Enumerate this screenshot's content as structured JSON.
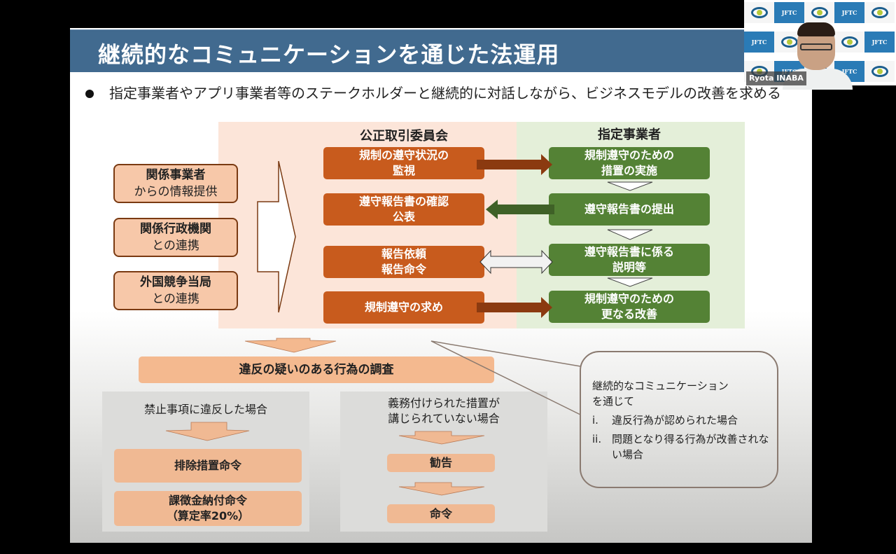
{
  "slide": {
    "title": "継続的なコミュニケーションを通じた法運用",
    "bullet": "指定事業者やアプリ事業者等のステークホルダーと継続的に対話しながら、ビジネスモデルの改善を求める",
    "sources": [
      {
        "bold": "関係事業者",
        "normal": "からの情報提供"
      },
      {
        "bold": "関係行政機関",
        "normal": "との連携"
      },
      {
        "bold": "外国競争当局",
        "normal": "との連携"
      }
    ],
    "jftc_column": {
      "header": "公正取引委員会",
      "boxes": [
        {
          "line1": "規制の遵守状況の",
          "line2": "監視"
        },
        {
          "line1": "遵守報告書の確認",
          "line2": "公表"
        },
        {
          "line1": "報告依頼",
          "line2": "報告命令"
        },
        {
          "line1": "規制遵守の求め",
          "line2": ""
        }
      ]
    },
    "designated_column": {
      "header": "指定事業者",
      "boxes": [
        {
          "line1": "規制遵守のための",
          "line2": "措置の実施"
        },
        {
          "line1": "遵守報告書の提出",
          "line2": ""
        },
        {
          "line1": "遵守報告書に係る",
          "line2": "説明等"
        },
        {
          "line1": "規制遵守のための",
          "line2": "更なる改善"
        }
      ]
    },
    "arrows": [
      {
        "from": "jftc",
        "to": "designated",
        "direction": "right",
        "color": "#8b3a10"
      },
      {
        "from": "designated",
        "to": "jftc",
        "direction": "left",
        "color": "#3f6127"
      },
      {
        "from": "both",
        "to": "both",
        "direction": "bidirectional",
        "color": "#f2f2f2"
      },
      {
        "from": "jftc",
        "to": "designated",
        "direction": "right",
        "color": "#8b3a10"
      }
    ],
    "investigation": "違反の疑いのある行為の調査",
    "case_prohibited": {
      "title": "禁止事項に違反した場合",
      "result1": "排除措置命令",
      "result2_line1": "課徴金納付命令",
      "result2_line2": "（算定率20%）"
    },
    "case_obligation": {
      "title_line1": "義務付けられた措置が",
      "title_line2": "講じられていない場合",
      "result1": "勧告",
      "result2": "命令"
    },
    "callout": {
      "intro_line1": "継続的なコミュニケーション",
      "intro_line2": "を通じて",
      "items": [
        {
          "num": "i.",
          "text": "違反行為が認められた場合"
        },
        {
          "num": "ii.",
          "text": "問題となり得る行為が改善されない場合"
        }
      ]
    }
  },
  "webcam": {
    "participant_name": "Ryota INABA",
    "backdrop_label": "JFTC"
  },
  "colors": {
    "title_bar": "#416a8f",
    "jftc_box": "#c85b1d",
    "designated_box": "#548235",
    "jftc_panel": "#fce5d9",
    "designated_panel": "#e4efd9",
    "peach": "#f0b993"
  }
}
